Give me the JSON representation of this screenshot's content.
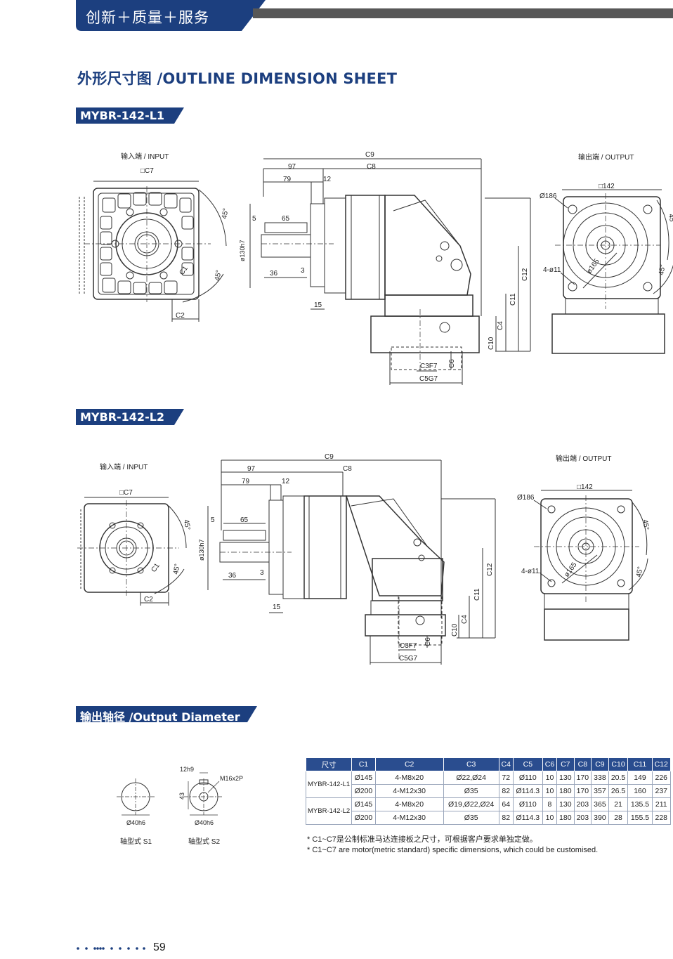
{
  "header": {
    "tab_label": "创新＋质量＋服务"
  },
  "page_title": "外形尺寸图 /OUTLINE DIMENSION SHEET",
  "sections": {
    "l1": "MYBR-142-L1",
    "l2": "MYBR-142-L2",
    "output": "输出轴径 /Output Diameter"
  },
  "drawing_labels": {
    "input": "输入端 / INPUT",
    "output": "输出端 / OUTPUT",
    "c1": "C1",
    "c2": "C2",
    "c3f7": "C3F7",
    "c4": "C4",
    "c5g7": "C5G7",
    "c6": "C6",
    "c7": "□C7",
    "c8": "C8",
    "c9": "C9",
    "c10": "C10",
    "c11": "C11",
    "c12": "C12",
    "d97": "97",
    "d79": "79",
    "d12": "12",
    "d5": "5",
    "d65": "65",
    "d36": "36",
    "d3": "3",
    "d15": "15",
    "d130": "ø130h7",
    "d186": "Ø186",
    "d142": "□142",
    "d165": "ø165",
    "holes": "4-ø11",
    "angle": "45°"
  },
  "shafts": {
    "s1_label": "轴型式  S1",
    "s2_label": "轴型式  S2",
    "dia": "Ø40h6",
    "key": "12h9",
    "height": "43",
    "thread": "M16x2P"
  },
  "table": {
    "headers": [
      "尺寸",
      "C1",
      "C2",
      "C3",
      "C4",
      "C5",
      "C6",
      "C7",
      "C8",
      "C9",
      "C10",
      "C11",
      "C12"
    ],
    "rows": [
      {
        "model": "MYBR-142-L1",
        "cells": [
          "Ø145",
          "4-M8x20",
          "Ø22,Ø24",
          "72",
          "Ø110",
          "10",
          "130",
          "170",
          "338",
          "20.5",
          "149",
          "226"
        ]
      },
      {
        "model": "",
        "cells": [
          "Ø200",
          "4-M12x30",
          "Ø35",
          "82",
          "Ø114.3",
          "10",
          "180",
          "170",
          "357",
          "26.5",
          "160",
          "237"
        ]
      },
      {
        "model": "MYBR-142-L2",
        "cells": [
          "Ø145",
          "4-M8x20",
          "Ø19,Ø22,Ø24",
          "64",
          "Ø110",
          "8",
          "130",
          "203",
          "365",
          "21",
          "135.5",
          "211"
        ]
      },
      {
        "model": "",
        "cells": [
          "Ø200",
          "4-M12x30",
          "Ø35",
          "82",
          "Ø114.3",
          "10",
          "180",
          "203",
          "390",
          "28",
          "155.5",
          "228"
        ]
      }
    ]
  },
  "notes": {
    "cn": "* C1~C7是公制标准马达连接板之尺寸，可根据客户要求单独定做。",
    "en": "* C1~C7 are motor(metric standard) specific dimensions, which could be customised."
  },
  "footer": {
    "page_number": "59"
  },
  "colors": {
    "brand_blue": "#1c3f7f",
    "table_header": "#2a4d8f",
    "grey_bar": "#575757"
  }
}
